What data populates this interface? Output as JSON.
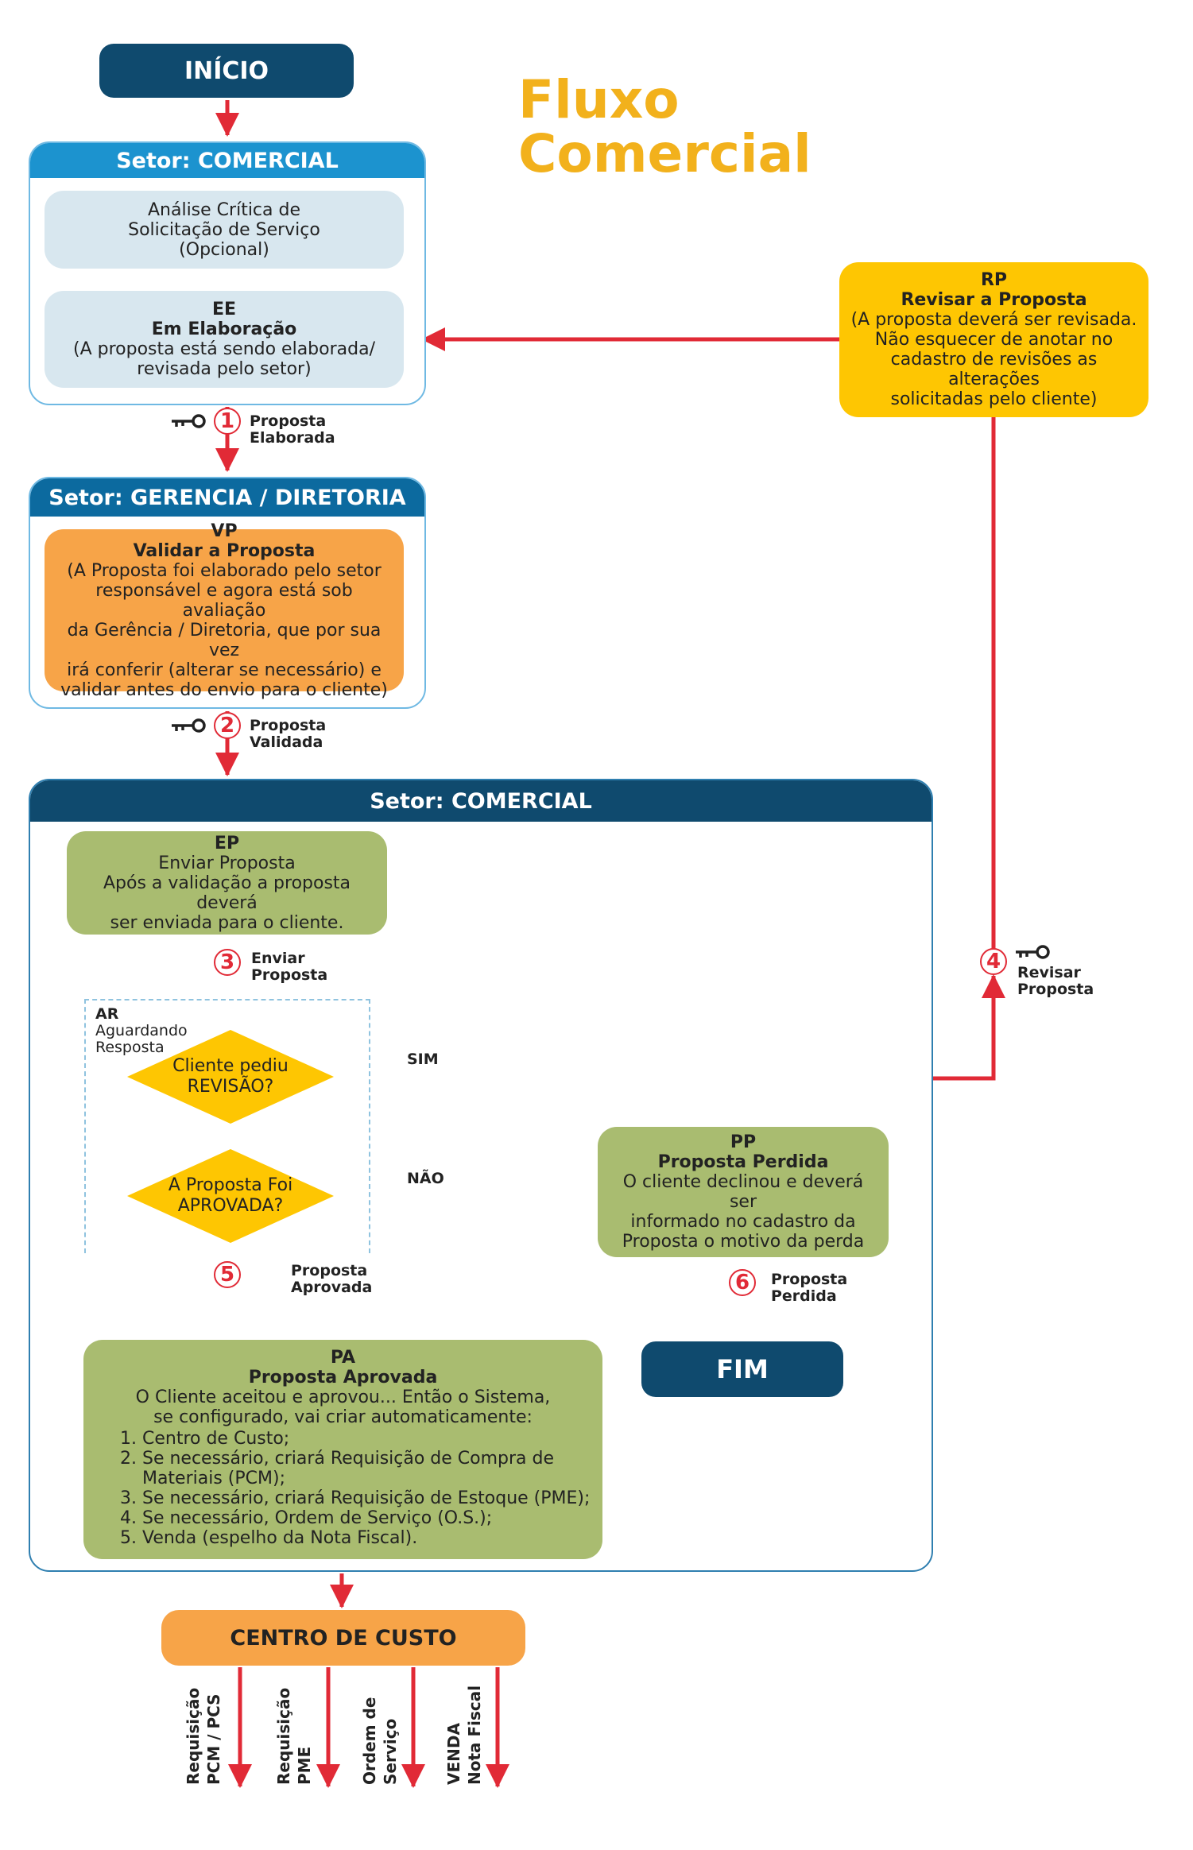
{
  "title": [
    "Fluxo",
    "Comercial"
  ],
  "start": "INÍCIO",
  "end": "FIM",
  "sectors": {
    "comercial_1": "Setor: COMERCIAL",
    "gerencia": "Setor: GERENCIA / DIRETORIA",
    "comercial_2": "Setor: COMERCIAL"
  },
  "boxes": {
    "analise": [
      "Análise Crítica de",
      "Solicitação de Serviço",
      "(Opcional)"
    ],
    "ee": {
      "code": "EE",
      "name": "Em Elaboração",
      "desc": [
        "(A proposta está sendo elaborada/",
        "revisada pelo setor)"
      ]
    },
    "vp": {
      "code": "VP",
      "name": "Validar a Proposta",
      "desc": [
        "(A Proposta foi elaborado pelo setor",
        "responsável e agora está sob avaliação",
        "da Gerência / Diretoria, que por sua vez",
        "irá conferir (alterar se necessário) e",
        "validar antes do envio para o cliente)"
      ]
    },
    "rp": {
      "code": "RP",
      "name": "Revisar a Proposta",
      "desc": [
        "(A proposta deverá ser revisada.",
        "Não esquecer de anotar no",
        "cadastro de revisões as alterações",
        "solicitadas pelo cliente)"
      ]
    },
    "ep": {
      "code": "EP",
      "name": "Enviar Proposta",
      "desc": [
        "Após a validação a proposta deverá",
        "ser enviada para o cliente."
      ]
    },
    "pp": {
      "code": "PP",
      "name": "Proposta Perdida",
      "desc": [
        "O cliente declinou e deverá ser",
        "informado no cadastro da",
        "Proposta o motivo da perda"
      ]
    },
    "pa": {
      "code": "PA",
      "name": "Proposta Aprovada",
      "intro": [
        "O Cliente aceitou e aprovou... Então o Sistema,",
        "se configurado, vai criar automaticamente:"
      ],
      "items": [
        "1. Centro de Custo;",
        "2. Se necessário, criará Requisição de Compra de",
        "    Materiais (PCM);",
        "3. Se necessário, criará Requisição de Estoque (PME);",
        "4. Se necessário, Ordem de Serviço (O.S.);",
        "5. Venda (espelho da Nota Fiscal)."
      ]
    }
  },
  "ar": {
    "code": "AR",
    "label": [
      "Aguardando",
      "Resposta"
    ]
  },
  "decisions": {
    "revisao": [
      "Cliente pediu",
      "REVISÃO?"
    ],
    "aprovada": [
      "A Proposta Foi",
      "APROVADA?"
    ]
  },
  "edges": {
    "sim": "SIM",
    "nao": "NÃO"
  },
  "steps": [
    {
      "num": "1",
      "label": [
        "Proposta",
        "Elaborada"
      ]
    },
    {
      "num": "2",
      "label": [
        "Proposta",
        "Validada"
      ]
    },
    {
      "num": "3",
      "label": [
        "Enviar",
        "Proposta"
      ]
    },
    {
      "num": "4",
      "label": [
        "Revisar",
        "Proposta"
      ]
    },
    {
      "num": "5",
      "label": [
        "Proposta",
        "Aprovada"
      ]
    },
    {
      "num": "6",
      "label": [
        "Proposta",
        "Perdida"
      ]
    }
  ],
  "centro": "CENTRO DE CUSTO",
  "branches": [
    [
      "Requisição",
      "PCM / PCS"
    ],
    [
      "Requisição",
      "PME"
    ],
    [
      "Ordem de",
      "Serviço"
    ],
    [
      "VENDA",
      "Nota Fiscal"
    ]
  ],
  "colors": {
    "navy": "#0f4a6e",
    "blue": "#1c93cf",
    "orange": "#f7a448",
    "yellow": "#fec602",
    "green": "#a9bc70",
    "light": "#d8e7ef",
    "red": "#e12a36",
    "title": "#f2b11c"
  }
}
